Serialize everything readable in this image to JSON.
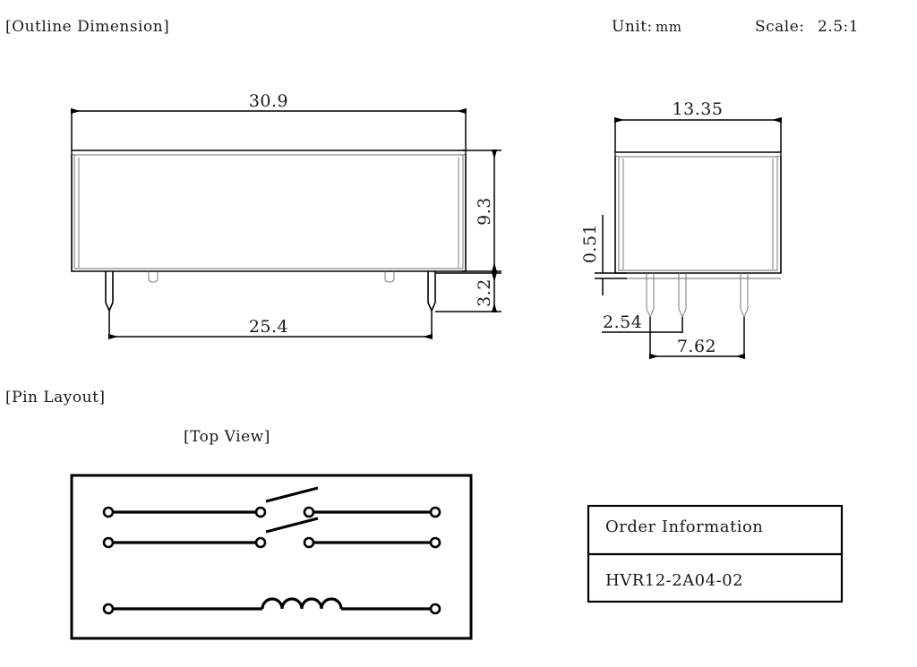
{
  "header": {
    "outline_label": "[Outline Dimension]",
    "unit_label": "Unit:",
    "unit_value": "mm",
    "scale_label": "Scale:",
    "scale_value": "2.5:1"
  },
  "outline_dimension": {
    "front_view": {
      "width": "30.9",
      "body_height": "9.3",
      "pin_length": "3.2",
      "pin_span": "25.4"
    },
    "side_view": {
      "width": "13.35",
      "pin_thickness": "0.51",
      "pin_pitch": "2.54",
      "pin_span": "7.62"
    }
  },
  "pin_layout": {
    "section_label": "[Pin Layout]",
    "view_label": "[Top View]",
    "schematic": {
      "type": "relay-contacts",
      "contacts": [
        {
          "name": "contact-1",
          "kind": "normally-open-switch"
        },
        {
          "name": "contact-2",
          "kind": "normally-open-switch"
        }
      ],
      "coil": {
        "name": "coil",
        "kind": "inductor",
        "humps": 4
      }
    }
  },
  "order_information": {
    "title": "Order Information",
    "part_number": "HVR12-2A04-02"
  },
  "colors": {
    "line": "#000000",
    "thin_line": "#6d6d6d",
    "text": "#1a1a1a",
    "background": "#ffffff"
  }
}
